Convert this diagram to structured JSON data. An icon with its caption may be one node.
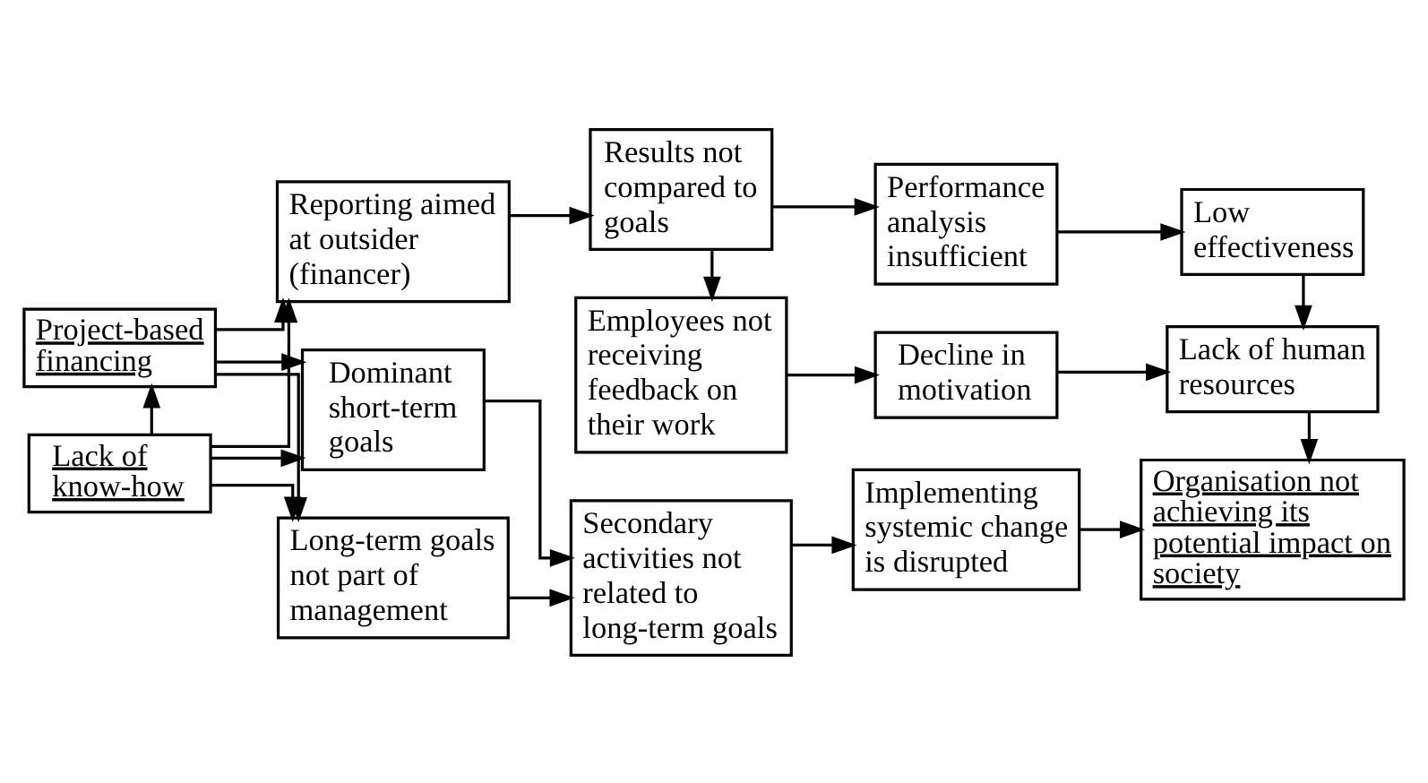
{
  "diagram": {
    "nodes": [
      {
        "text": [
          "Project-based financing"
        ]
      },
      {
        "text": [
          "Lack of know-how"
        ]
      },
      {
        "text": [
          "Reporting aimed at outsider (financer)"
        ]
      },
      {
        "text": [
          "Dominant short-term goals"
        ]
      },
      {
        "text": [
          "Long-term goals not part of management"
        ]
      },
      {
        "text": [
          "Results not compared to goals"
        ]
      },
      {
        "text": [
          "Employees not receiving feedback on their work"
        ]
      },
      {
        "text": [
          "Secondary activities not related to long-term goals"
        ]
      },
      {
        "text": [
          "Performance analysis insufficient"
        ]
      },
      {
        "text": [
          "Decline in motivation"
        ]
      },
      {
        "text": [
          "Implementing systemic change is disrupted"
        ]
      },
      {
        "text": [
          "Low effectiveness"
        ]
      },
      {
        "text": [
          "Lack of human resources"
        ]
      },
      {
        "text": [
          "Organisation not achieving its potential impact on society"
        ]
      }
    ],
    "edges": [
      {
        "from": 1,
        "to": 0,
        "arrow": "to"
      },
      {
        "from": 0,
        "to": 2,
        "arrow": "to"
      },
      {
        "from": 0,
        "to": 3,
        "arrow": "to"
      },
      {
        "from": 0,
        "to": 4,
        "arrow": "to"
      },
      {
        "from": 1,
        "to": 2,
        "arrow": "to"
      },
      {
        "from": 1,
        "to": 3,
        "arrow": "to"
      },
      {
        "from": 1,
        "to": 4,
        "arrow": "to"
      },
      {
        "from": 2,
        "to": 5,
        "arrow": "to"
      },
      {
        "from": 5,
        "to": 6,
        "arrow": "to"
      },
      {
        "from": 3,
        "to": 7,
        "arrow": "to"
      },
      {
        "from": 4,
        "to": 7,
        "arrow": "to"
      },
      {
        "from": 5,
        "to": 8,
        "arrow": "to"
      },
      {
        "from": 6,
        "to": 9,
        "arrow": "to"
      },
      {
        "from": 7,
        "to": 10,
        "arrow": "to"
      },
      {
        "from": 8,
        "to": 11,
        "arrow": "to"
      },
      {
        "from": 11,
        "to": 12,
        "arrow": "to"
      },
      {
        "from": 9,
        "to": 12,
        "arrow": "to"
      },
      {
        "from": 12,
        "to": 13,
        "arrow": "to"
      },
      {
        "from": 10,
        "to": 13,
        "arrow": "to"
      }
    ]
  }
}
